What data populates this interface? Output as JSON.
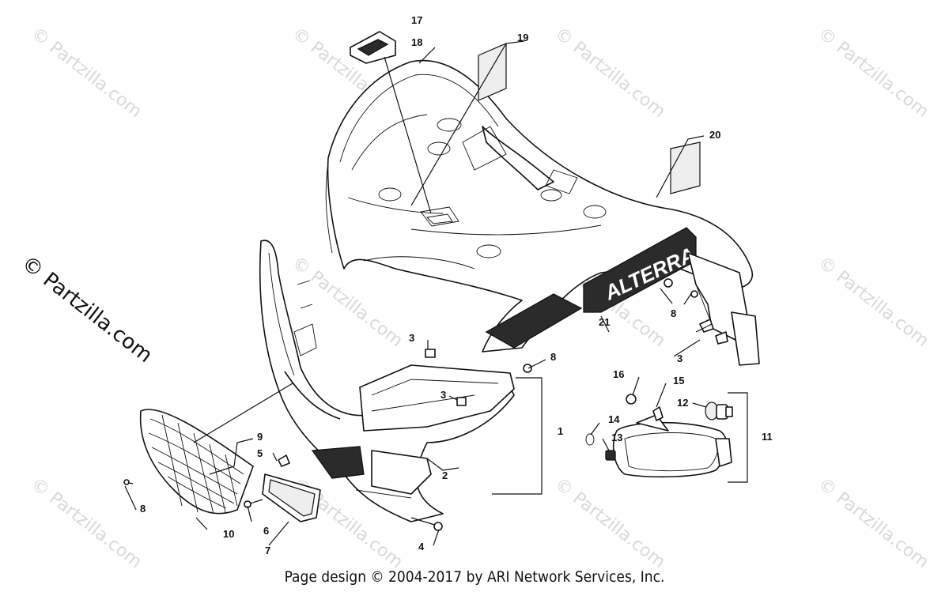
{
  "watermark": "© Partzilla.com",
  "side_watermark": "© Partzilla.com",
  "footer": "Page design © 2004-2017 by ARI Network Services, Inc.",
  "decal_text": "ALTERRA",
  "callouts": [
    {
      "id": "c17",
      "label": "17"
    },
    {
      "id": "c18",
      "label": "18"
    },
    {
      "id": "c19",
      "label": "19"
    },
    {
      "id": "c20",
      "label": "20"
    },
    {
      "id": "c21",
      "label": "21"
    },
    {
      "id": "c8a",
      "label": "8"
    },
    {
      "id": "c3a",
      "label": "3"
    },
    {
      "id": "c3b",
      "label": "3"
    },
    {
      "id": "c8b",
      "label": "8"
    },
    {
      "id": "c3c",
      "label": "3"
    },
    {
      "id": "c1",
      "label": "1"
    },
    {
      "id": "c2",
      "label": "2"
    },
    {
      "id": "c9",
      "label": "9"
    },
    {
      "id": "c5",
      "label": "5"
    },
    {
      "id": "c8c",
      "label": "8"
    },
    {
      "id": "c10",
      "label": "10"
    },
    {
      "id": "c6",
      "label": "6"
    },
    {
      "id": "c7",
      "label": "7"
    },
    {
      "id": "c4",
      "label": "4"
    },
    {
      "id": "c16",
      "label": "16"
    },
    {
      "id": "c15",
      "label": "15"
    },
    {
      "id": "c12",
      "label": "12"
    },
    {
      "id": "c14",
      "label": "14"
    },
    {
      "id": "c13",
      "label": "13"
    },
    {
      "id": "c11",
      "label": "11"
    }
  ]
}
